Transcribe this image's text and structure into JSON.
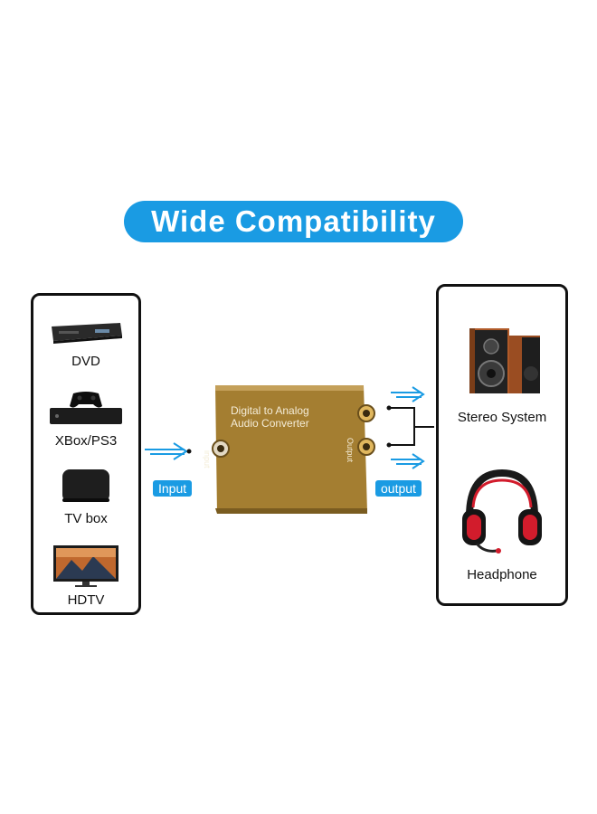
{
  "title": "Wide Compatibility",
  "colors": {
    "accent": "#1a9be3",
    "converter": "#a47e31",
    "frame": "#111111"
  },
  "sources": [
    {
      "label": "DVD",
      "icon": "dvd-player-icon"
    },
    {
      "label": "XBox/PS3",
      "icon": "game-console-icon"
    },
    {
      "label": "TV box",
      "icon": "tv-box-icon"
    },
    {
      "label": "HDTV",
      "icon": "hdtv-icon"
    }
  ],
  "converter": {
    "line1": "Digital to Analog",
    "line2": "Audio Converter",
    "input_port": "input",
    "output_port": "Output"
  },
  "connections": {
    "input_label": "Input",
    "output_label": "output"
  },
  "outputs": [
    {
      "label": "Stereo System",
      "icon": "speakers-icon"
    },
    {
      "label": "Headphone",
      "icon": "headphone-icon"
    }
  ]
}
